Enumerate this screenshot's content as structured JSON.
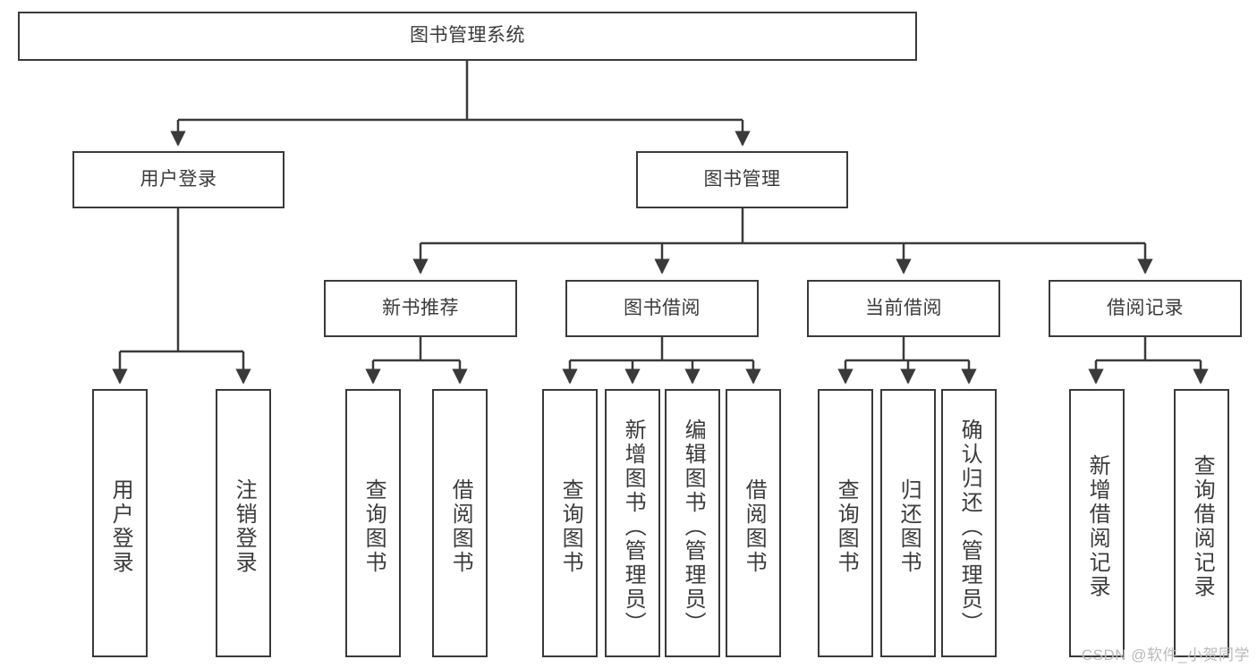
{
  "diagram": {
    "type": "tree-hierarchy",
    "title": "图书管理系统",
    "watermark": "CSDN @软件_小贺同学",
    "colors": {
      "stroke": "#3a3a3a",
      "text": "#3b3b3b",
      "background": "#ffffff",
      "watermark": "#b9b9b9"
    },
    "levels": [
      {
        "level": 1,
        "nodes": [
          {
            "id": "root",
            "label": "图书管理系统",
            "orientation": "horizontal"
          }
        ]
      },
      {
        "level": 2,
        "nodes": [
          {
            "id": "user-login",
            "label": "用户登录",
            "orientation": "horizontal",
            "parent": "root"
          },
          {
            "id": "book-manage",
            "label": "图书管理",
            "orientation": "horizontal",
            "parent": "root"
          }
        ]
      },
      {
        "level": 3,
        "nodes": [
          {
            "id": "new-book-rec",
            "label": "新书推荐",
            "orientation": "horizontal",
            "parent": "book-manage"
          },
          {
            "id": "book-borrow",
            "label": "图书借阅",
            "orientation": "horizontal",
            "parent": "book-manage"
          },
          {
            "id": "current-borrow",
            "label": "当前借阅",
            "orientation": "horizontal",
            "parent": "book-manage"
          },
          {
            "id": "borrow-record",
            "label": "借阅记录",
            "orientation": "horizontal",
            "parent": "book-manage"
          }
        ]
      },
      {
        "level": 4,
        "nodes": [
          {
            "id": "leaf-user-login",
            "label": "用户登录",
            "orientation": "vertical",
            "parent": "user-login"
          },
          {
            "id": "leaf-logout",
            "label": "注销登录",
            "orientation": "vertical",
            "parent": "user-login"
          },
          {
            "id": "leaf-query-book-1",
            "label": "查询图书",
            "orientation": "vertical",
            "parent": "new-book-rec"
          },
          {
            "id": "leaf-borrow-book-1",
            "label": "借阅图书",
            "orientation": "vertical",
            "parent": "new-book-rec"
          },
          {
            "id": "leaf-query-book-2",
            "label": "查询图书",
            "orientation": "vertical",
            "parent": "book-borrow"
          },
          {
            "id": "leaf-add-book",
            "label": "新增图书（管理员）",
            "orientation": "vertical",
            "parent": "book-borrow"
          },
          {
            "id": "leaf-edit-book",
            "label": "编辑图书（管理员）",
            "orientation": "vertical",
            "parent": "book-borrow"
          },
          {
            "id": "leaf-borrow-book-2",
            "label": "借阅图书",
            "orientation": "vertical",
            "parent": "book-borrow"
          },
          {
            "id": "leaf-query-book-3",
            "label": "查询图书",
            "orientation": "vertical",
            "parent": "current-borrow"
          },
          {
            "id": "leaf-return-book",
            "label": "归还图书",
            "orientation": "vertical",
            "parent": "current-borrow"
          },
          {
            "id": "leaf-confirm-return",
            "label": "确认归还（管理员）",
            "orientation": "vertical",
            "parent": "current-borrow"
          },
          {
            "id": "leaf-add-record",
            "label": "新增借阅记录",
            "orientation": "vertical",
            "parent": "borrow-record"
          },
          {
            "id": "leaf-query-record",
            "label": "查询借阅记录",
            "orientation": "vertical",
            "parent": "borrow-record"
          }
        ]
      }
    ]
  }
}
